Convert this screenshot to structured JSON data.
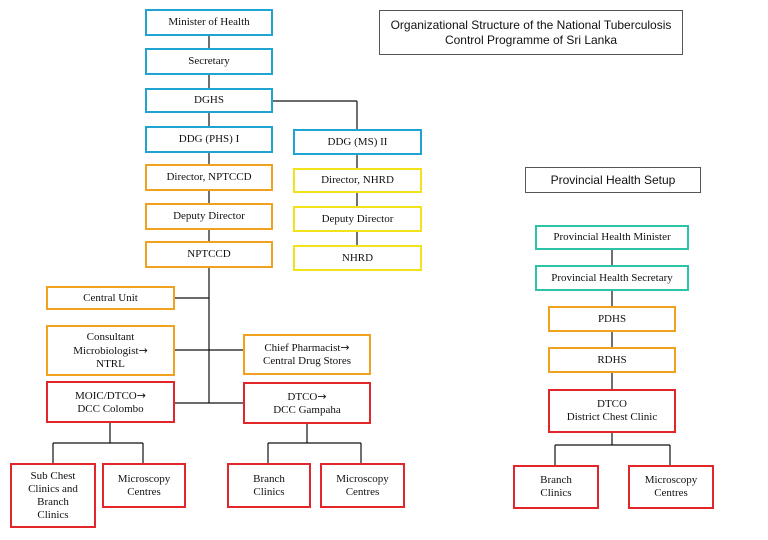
{
  "title": {
    "line1": "Organizational Structure of the National Tuberculosis",
    "line2": "Control Programme of Sri Lanka"
  },
  "provincial_title": "Provincial Health Setup",
  "nodes": {
    "minister": "Minister of Health",
    "secretary": "Secretary",
    "dghs": "DGHS",
    "ddg_phs": "DDG (PHS) I",
    "ddg_ms": "DDG (MS) II",
    "director_nptccd": "Director, NPTCCD",
    "deputy_director_left": "Deputy Director",
    "nptccd": "NPTCCD",
    "director_nhrd": "Director, NHRD",
    "deputy_director_right": "Deputy Director",
    "nhrd": "NHRD",
    "central_unit": "Central Unit",
    "consultant": {
      "line1": "Consultant",
      "line2": "Microbiologist",
      "line3": "NTRL"
    },
    "chief_pharmacist": {
      "line1": "Chief Pharmacist",
      "line2": "Central Drug Stores"
    },
    "moic": {
      "line1": "MOIC/DTCO",
      "line2": "DCC Colombo"
    },
    "dtco_gampaha": {
      "line1": "DTCO",
      "line2": "DCC Gampaha"
    },
    "sub_chest": {
      "line1": "Sub Chest",
      "line2": "Clinics and",
      "line3": "Branch",
      "line4": "Clinics"
    },
    "micro_left": {
      "line1": "Microscopy",
      "line2": "Centres"
    },
    "branch_mid": {
      "line1": "Branch",
      "line2": "Clinics"
    },
    "micro_mid": {
      "line1": "Microscopy",
      "line2": "Centres"
    },
    "prov_minister": "Provincial Health Minister",
    "prov_secretary": "Provincial Health Secretary",
    "pdhs": "PDHS",
    "rdhs": "RDHS",
    "dtco_district": {
      "line1": "DTCO",
      "line2": "District Chest Clinic"
    },
    "branch_right": {
      "line1": "Branch",
      "line2": "Clinics"
    },
    "micro_right": {
      "line1": "Microscopy",
      "line2": "Centres"
    }
  },
  "colors": {
    "national": "#1fa3d1",
    "nptccd_units": "#f0a21e",
    "nhrd_units": "#f2e21a",
    "clinics": "#e2262a",
    "provincial": "#2dc3a8"
  },
  "icons": {
    "arrow": "right-arrow-icon"
  }
}
